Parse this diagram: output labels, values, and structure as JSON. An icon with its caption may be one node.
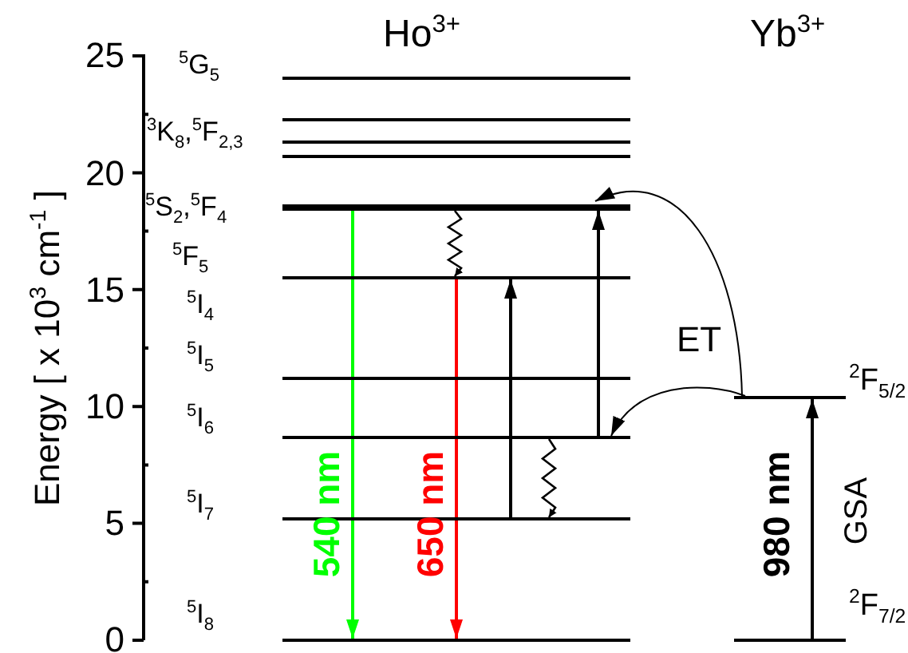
{
  "diagram": {
    "nodes": [
      {
        "text": [],
        "shape": "bar"
      },
      {
        "text": [],
        "shape": "bar"
      },
      {
        "text": [],
        "shape": "bar"
      },
      {
        "text": [],
        "shape": "bar"
      },
      {
        "text": [],
        "shape": "bar"
      },
      {
        "text": [],
        "shape": "bar"
      },
      {
        "text": [],
        "shape": "bar"
      },
      {
        "text": [],
        "shape": "bar"
      },
      {
        "text": [],
        "shape": "bar"
      },
      {
        "text": [],
        "shape": "bar"
      },
      {
        "text": [],
        "shape": "bar",
        "beside": [
          "$^{2}$F$_{5/2}$"
        ]
      },
      {
        "text": [],
        "shape": "bar",
        "beside": [
          "$^{2}$F$_{7/2}$"
        ]
      }
    ],
    "edges": [
      {
        "from": 4,
        "to": 9,
        "arrow": "to",
        "label": "540 nm",
        "color": "#00ff00"
      },
      {
        "from": 4,
        "to": 5,
        "arrow": "to"
      },
      {
        "from": 5,
        "to": 9,
        "arrow": "to",
        "label": "650 nm",
        "color": "#ff0000"
      },
      {
        "from": 8,
        "to": 5,
        "arrow": "to"
      },
      {
        "from": 7,
        "to": 8,
        "arrow": "to"
      },
      {
        "from": 7,
        "to": 4,
        "arrow": "to"
      },
      {
        "from": 10,
        "to": 4,
        "arrow": "to"
      },
      {
        "from": 10,
        "to": 7,
        "arrow": "to"
      },
      {
        "from": 11,
        "to": 10,
        "arrow": "to",
        "label": "980 nm"
      }
    ],
    "labels": [
      "Ho$^{3+}$",
      "Yb$^{3+}$",
      "25",
      "20",
      "15",
      "10",
      "5",
      "0",
      "Energy [ x 10$^{3}$ cm$^{-1}$ ]",
      "$^{5}$G$_{5}$",
      "$^{3}$K$_{8}$,$^{5}$F$_{2,3}$",
      "$^{5}$S$_{2}$,$^{5}$F$_{4}$",
      "$^{5}$F$_{5}$",
      "$^{5}$I$_{4}$",
      "$^{5}$I$_{5}$",
      "$^{5}$I$_{6}$",
      "$^{5}$I$_{7}$",
      "$^{5}$I$_{8}$",
      "ET",
      "GSA"
    ]
  }
}
